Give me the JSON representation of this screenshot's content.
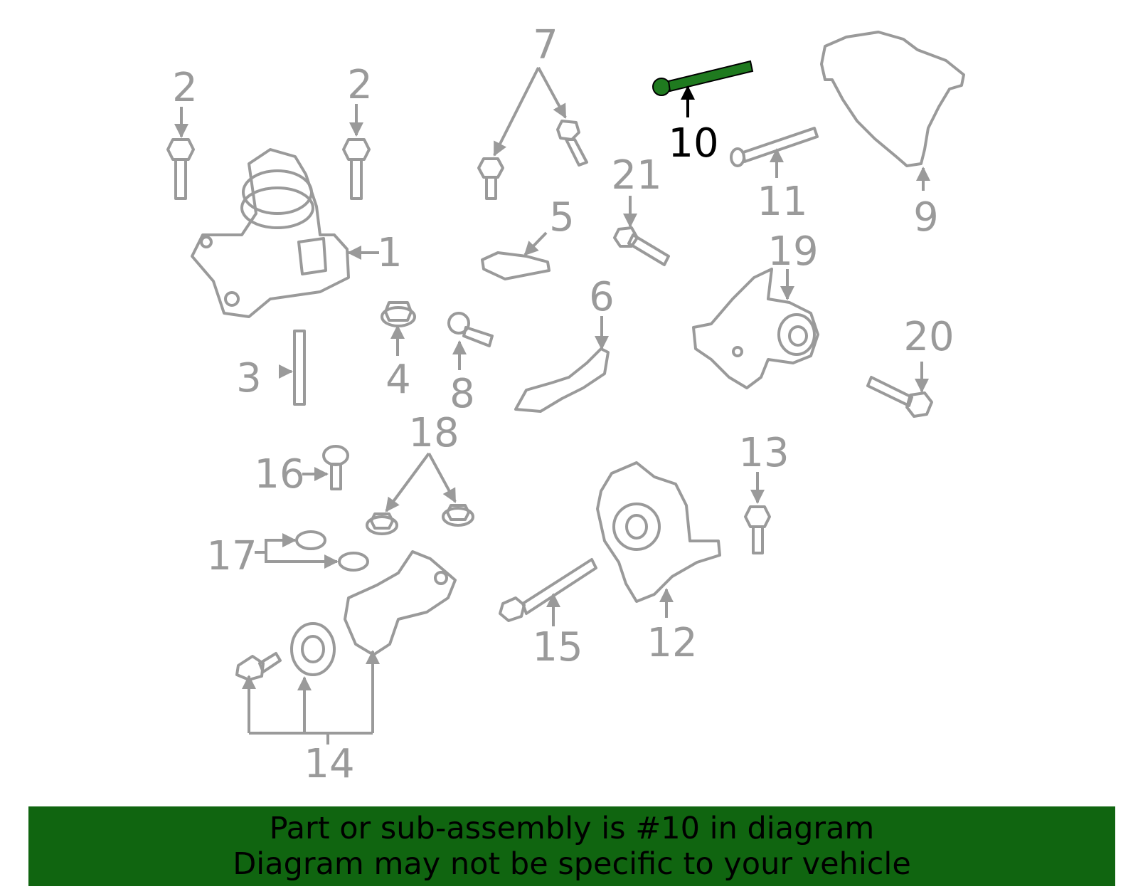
{
  "callouts": [
    "1",
    "2",
    "2",
    "3",
    "4",
    "5",
    "6",
    "7",
    "8",
    "9",
    "10",
    "11",
    "12",
    "13",
    "14",
    "15",
    "16",
    "17",
    "18",
    "19",
    "20",
    "21"
  ],
  "highlighted_part": "10",
  "colors": {
    "banner": "#106510",
    "highlight_part": "#1f7a1f",
    "lines": "#9a9a9a",
    "text": "#000000"
  },
  "banner": {
    "line1": "Part or sub-assembly is #10 in diagram",
    "line2": "Diagram may not be specific to your vehicle"
  }
}
